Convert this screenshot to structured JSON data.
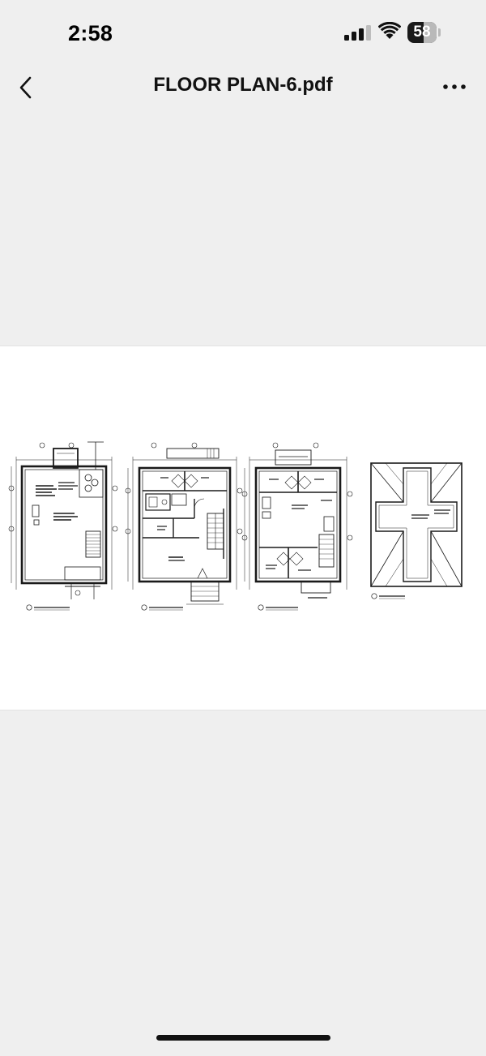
{
  "status_bar": {
    "time": "2:58",
    "battery_level": "58",
    "battery_fraction": 0.58,
    "signal_bars_filled": 3,
    "signal_bars_total": 4,
    "wifi": "wifi-icon"
  },
  "nav": {
    "back_icon": "chevron-left-icon",
    "title": "FLOOR PLAN-6.pdf",
    "more_icon": "ellipsis-icon"
  },
  "document": {
    "page_count_visible": 1,
    "drawings": [
      "cellar-floor-plan",
      "first-floor-plan",
      "second-floor-plan",
      "attic-plan"
    ]
  },
  "colors": {
    "background": "#efefef",
    "page": "#ffffff",
    "ink": "#111111"
  }
}
